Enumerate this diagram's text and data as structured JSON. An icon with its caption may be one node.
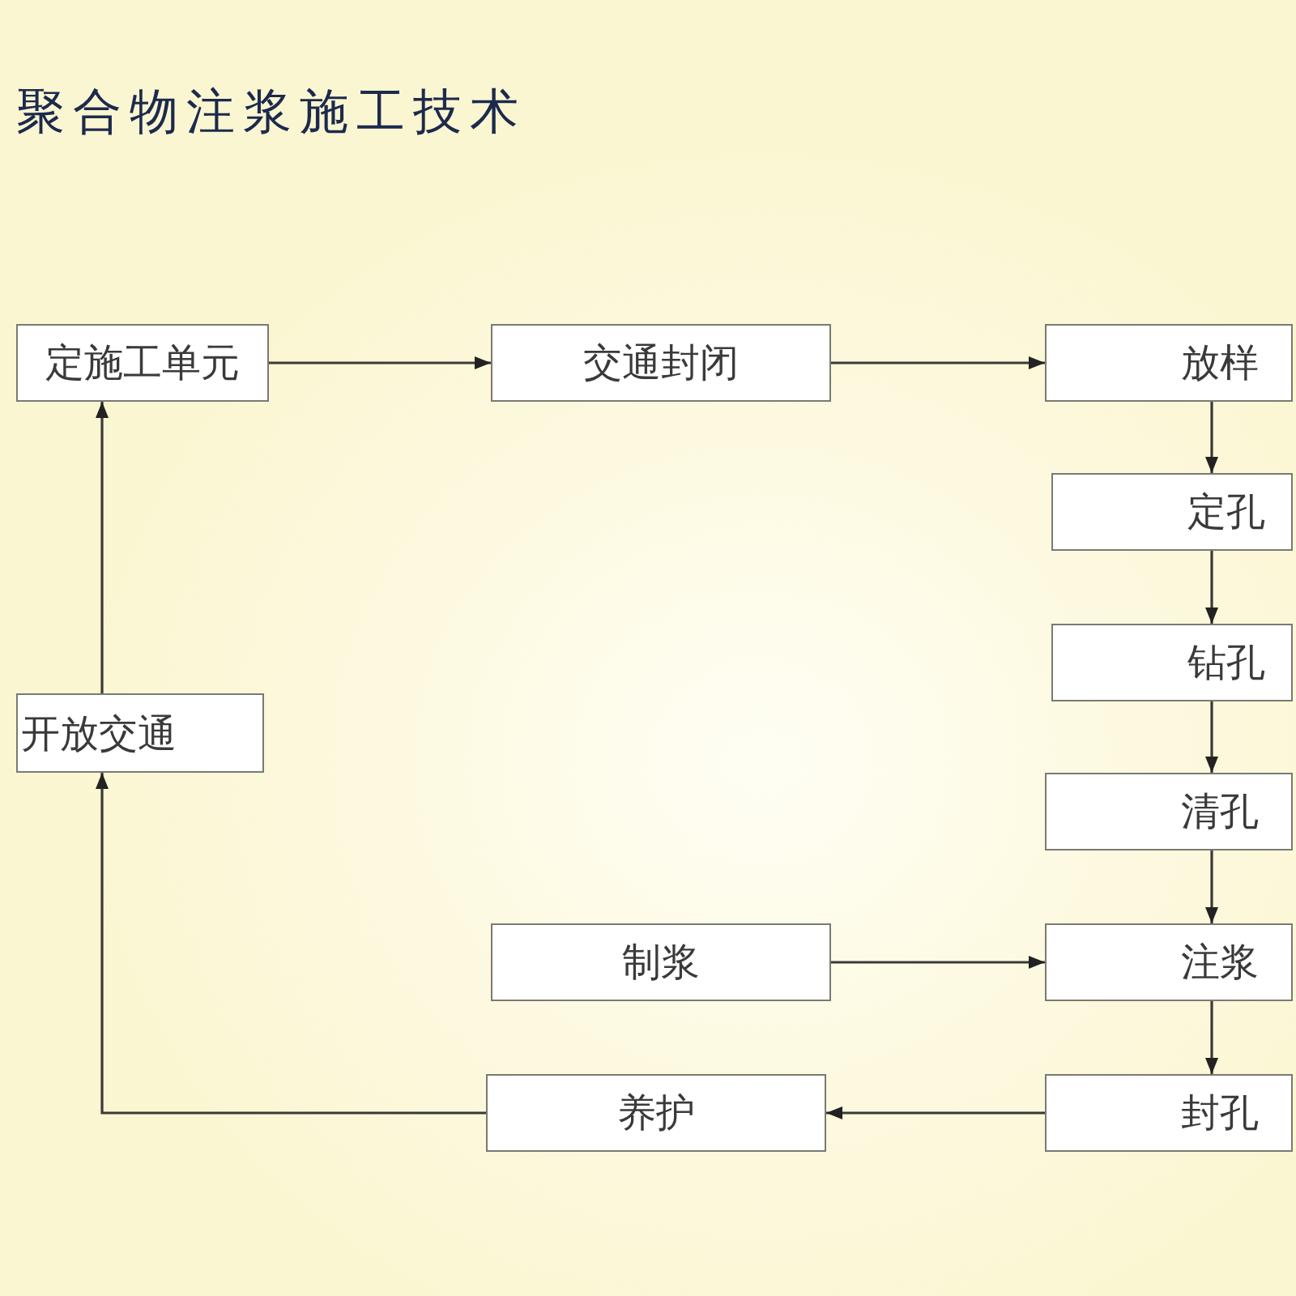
{
  "diagram": {
    "title": "聚合物注浆施工技术",
    "nodes": [
      {
        "text": [
          "定施工单元"
        ]
      },
      {
        "text": [
          "交通封闭"
        ]
      },
      {
        "text": [
          "放样"
        ]
      },
      {
        "text": [
          "定孔"
        ]
      },
      {
        "text": [
          "钻孔"
        ]
      },
      {
        "text": [
          "开放交通"
        ]
      },
      {
        "text": [
          "清孔"
        ]
      },
      {
        "text": [
          "制浆"
        ]
      },
      {
        "text": [
          "注浆"
        ]
      },
      {
        "text": [
          "养护"
        ]
      },
      {
        "text": [
          "封孔"
        ]
      }
    ],
    "edges": [
      {
        "from": 0,
        "to": 1,
        "arrow": "to"
      },
      {
        "from": 1,
        "to": 2,
        "arrow": "to"
      },
      {
        "from": 2,
        "to": 3,
        "arrow": "to"
      },
      {
        "from": 3,
        "to": 4,
        "arrow": "to"
      },
      {
        "from": 4,
        "to": 6,
        "arrow": "to"
      },
      {
        "from": 6,
        "to": 8,
        "arrow": "to"
      },
      {
        "from": 7,
        "to": 8,
        "arrow": "to"
      },
      {
        "from": 8,
        "to": 10,
        "arrow": "to"
      },
      {
        "from": 10,
        "to": 9,
        "arrow": "to"
      },
      {
        "from": 9,
        "to": 5,
        "arrow": "to"
      },
      {
        "from": 5,
        "to": 0,
        "arrow": "to"
      }
    ]
  }
}
